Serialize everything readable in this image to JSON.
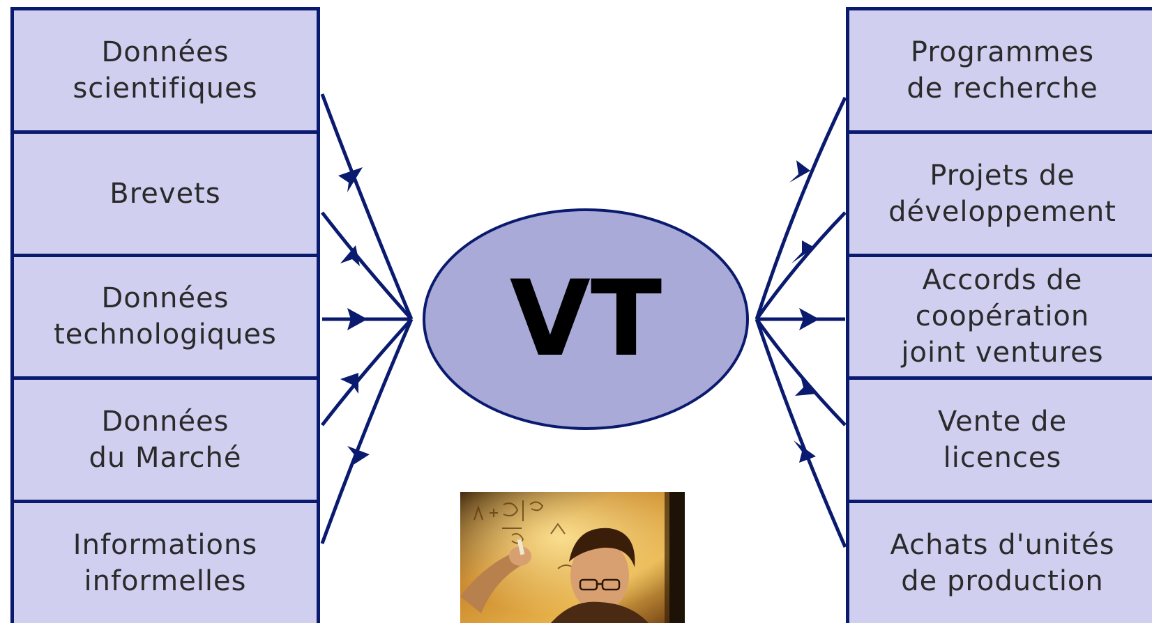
{
  "center": {
    "label": "VT",
    "fill": "#aaaad8",
    "stroke": "#0a1a6e"
  },
  "colors": {
    "box_fill": "#d0cff0",
    "box_border": "#0a1a6e",
    "arrow": "#0a1a6e"
  },
  "left_boxes": [
    {
      "label": "Données\nscientifiques"
    },
    {
      "label": "Brevets"
    },
    {
      "label": "Données\ntechnologiques"
    },
    {
      "label": "Données\ndu Marché"
    },
    {
      "label": "Informations\ninformelles"
    }
  ],
  "right_boxes": [
    {
      "label": "Programmes\nde recherche"
    },
    {
      "label": "Projets de\ndéveloppement"
    },
    {
      "label": "Accords de\ncoopération\njoint ventures"
    },
    {
      "label": "Vente de\nlicences"
    },
    {
      "label": "Achats d'unités\nde production"
    }
  ],
  "photo": {
    "icon": "scientist-writing-on-glass-board-photo"
  }
}
